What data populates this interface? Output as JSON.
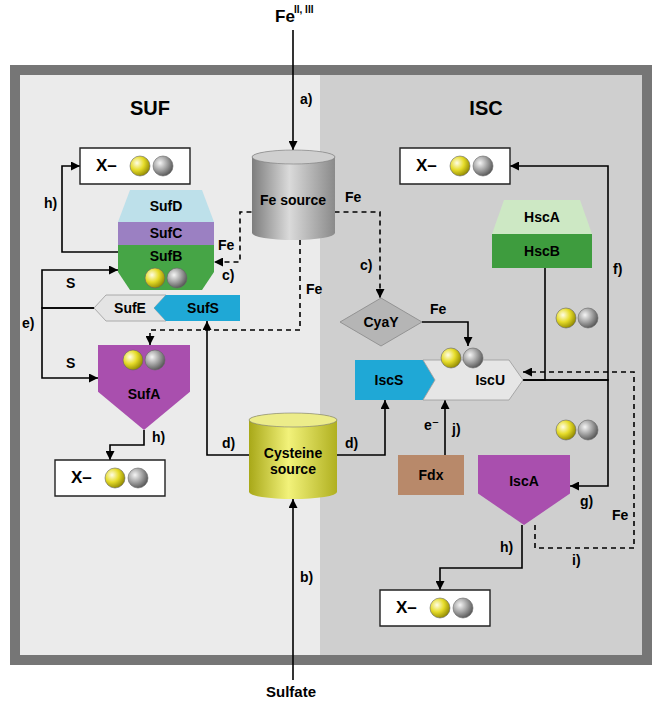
{
  "diagram": {
    "nodes": [
      {
        "text": [
          "SUF"
        ]
      },
      {
        "text": [
          "X–"
        ],
        "in": 0
      },
      {
        "text": [
          "SufD"
        ],
        "in": 0
      },
      {
        "text": [
          "SufC"
        ],
        "in": 0
      },
      {
        "text": [
          "SufB"
        ],
        "in": 0
      },
      {
        "text": [
          "SufE"
        ],
        "in": 0
      },
      {
        "text": [
          "SufS"
        ],
        "in": 0
      },
      {
        "text": [
          "SufA"
        ],
        "in": 0
      },
      {
        "text": [
          "X–"
        ],
        "in": 0
      },
      {
        "text": [
          "ISC"
        ]
      },
      {
        "text": [
          "X–"
        ],
        "in": 9
      },
      {
        "text": [
          "HscA"
        ],
        "in": 9
      },
      {
        "text": [
          "HscB"
        ],
        "in": 9
      },
      {
        "text": [
          "CyaY"
        ],
        "in": 9
      },
      {
        "text": [
          "IscS"
        ],
        "in": 9
      },
      {
        "text": [
          "IscU"
        ],
        "in": 9
      },
      {
        "text": [
          "IscA"
        ],
        "in": 9
      },
      {
        "text": [
          "Fdx"
        ],
        "in": 9
      },
      {
        "text": [
          "X–"
        ],
        "in": 9
      },
      {
        "text": [
          "Fe source"
        ]
      },
      {
        "text": [
          "Cysteine source"
        ]
      }
    ],
    "edges": [
      {
        "from": 19,
        "to": 4,
        "arrow": "to",
        "label": "c)"
      },
      {
        "from": 19,
        "to": 13,
        "arrow": "to",
        "label": "c)"
      },
      {
        "from": 13,
        "to": 15,
        "arrow": "to",
        "label": "Fe"
      },
      {
        "from": 19,
        "to": 7,
        "arrow": "to",
        "label": "Fe"
      },
      {
        "from": 20,
        "to": 6,
        "arrow": "to",
        "label": "d)"
      },
      {
        "from": 20,
        "to": 14,
        "arrow": "to",
        "label": "d)"
      },
      {
        "from": 5,
        "to": 4,
        "arrow": "to",
        "label": "S"
      },
      {
        "from": 5,
        "to": 7,
        "arrow": "to",
        "label": "S"
      },
      {
        "from": 4,
        "to": 1,
        "arrow": "to",
        "label": "h)"
      },
      {
        "from": 7,
        "to": 8,
        "arrow": "to",
        "label": "h)"
      },
      {
        "from": 15,
        "to": 10,
        "arrow": "to",
        "label": "f)"
      },
      {
        "from": 15,
        "to": 16,
        "arrow": "to",
        "label": "g)"
      },
      {
        "from": 12,
        "to": 15,
        "arrow": "none"
      },
      {
        "from": 16,
        "to": 15,
        "arrow": "to",
        "label": "i)"
      },
      {
        "from": 17,
        "to": 15,
        "arrow": "to",
        "label": "j)"
      },
      {
        "from": 16,
        "to": 18,
        "arrow": "to",
        "label": "h)"
      }
    ],
    "labels": [
      "Fe",
      "II, III",
      "a)",
      "Fe",
      "Fe",
      "e)",
      "e⁻",
      "Fe",
      "b)",
      "Sulfate"
    ]
  }
}
